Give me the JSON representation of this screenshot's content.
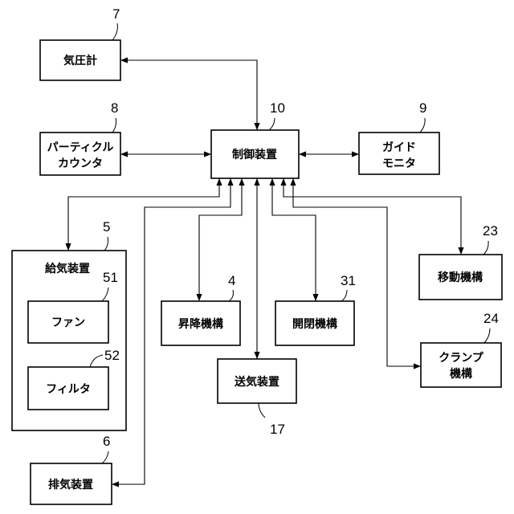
{
  "nodes": {
    "barometer": {
      "label": "気圧計",
      "ref": "7"
    },
    "particle_counter": {
      "line1": "パーティクル",
      "line2": "カウンタ",
      "ref": "8"
    },
    "controller": {
      "label": "制御装置",
      "ref": "10"
    },
    "guide_monitor": {
      "line1": "ガイド",
      "line2": "モニタ",
      "ref": "9"
    },
    "air_supply": {
      "label": "給気装置",
      "ref": "5"
    },
    "fan": {
      "label": "ファン",
      "ref": "51"
    },
    "filter": {
      "label": "フィルタ",
      "ref": "52"
    },
    "lift": {
      "label": "昇降機構",
      "ref": "4"
    },
    "open_close": {
      "label": "開閉機構",
      "ref": "31"
    },
    "move": {
      "label": "移動機構",
      "ref": "23"
    },
    "clamp": {
      "line1": "クランプ",
      "line2": "機構",
      "ref": "24"
    },
    "air_feed": {
      "label": "送気装置",
      "ref": "17"
    },
    "exhaust": {
      "label": "排気装置",
      "ref": "6"
    }
  }
}
